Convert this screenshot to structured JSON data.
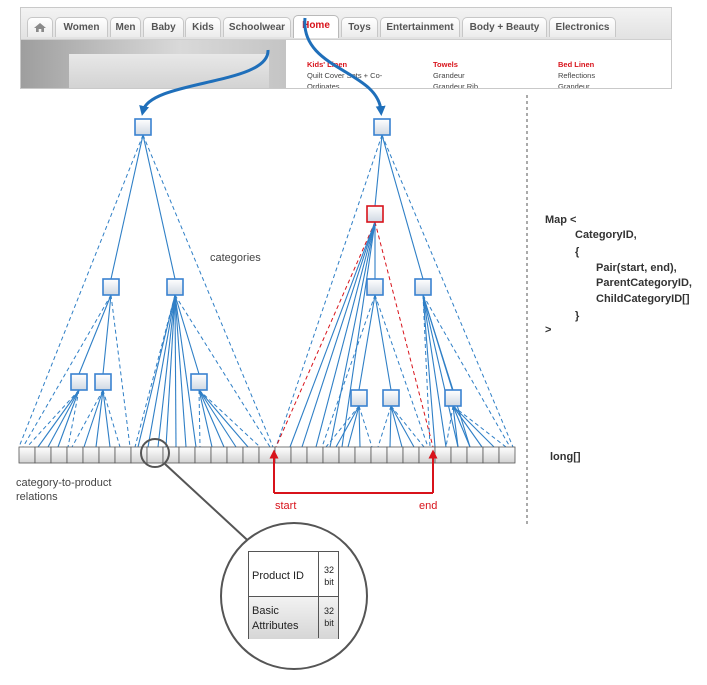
{
  "nav": {
    "tabs": [
      {
        "label": "",
        "icon": "home-icon",
        "active": false
      },
      {
        "label": "Women",
        "active": false
      },
      {
        "label": "Men",
        "active": false
      },
      {
        "label": "Baby",
        "active": false
      },
      {
        "label": "Kids",
        "active": false
      },
      {
        "label": "Schoolwear",
        "active": false
      },
      {
        "label": "Home",
        "active": true
      },
      {
        "label": "Toys",
        "active": false
      },
      {
        "label": "Entertainment",
        "active": false
      },
      {
        "label": "Body + Beauty",
        "active": false
      },
      {
        "label": "Electronics",
        "active": false
      }
    ],
    "menu_columns": [
      {
        "heading": "Kids' Linen",
        "items": [
          "Quilt Cover Sets + Co-",
          "Ordinates"
        ]
      },
      {
        "heading": "Towels",
        "items": [
          "Grandeur",
          "Grandeur Rib"
        ]
      },
      {
        "heading": "Bed Linen",
        "items": [
          "Reflections",
          "Grandeur"
        ]
      }
    ]
  },
  "labels": {
    "categories": "categories",
    "relations_line1": "category-to-product",
    "relations_line2": "relations",
    "start": "start",
    "end": "end",
    "long_array": "long[]"
  },
  "map_code": [
    "Map <",
    "CategoryID,",
    "{",
    "Pair(start, end),",
    "ParentCategoryID,",
    "ChildCategoryID[]",
    "}",
    ">"
  ],
  "record": {
    "field1_name": "Product ID",
    "field1_bits": "32",
    "field1_unit": "bit",
    "field2_name_line1": "Basic",
    "field2_name_line2": "Attributes",
    "field2_bits": "32",
    "field2_unit": "bit"
  },
  "colors": {
    "tree_blue": "#2f7fc6",
    "highlight_red": "#d8131b",
    "node_border": "#3a82d0",
    "node_red": "#d8131b"
  }
}
